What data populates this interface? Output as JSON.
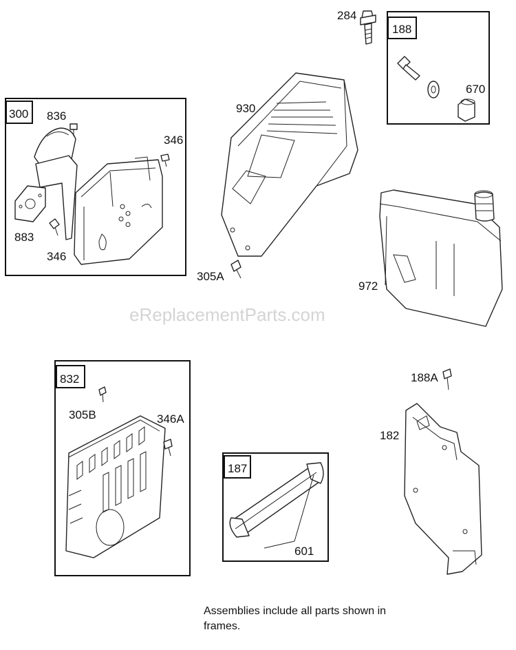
{
  "watermark": "eReplacementParts.com",
  "frames": [
    {
      "id": "300"
    },
    {
      "id": "188"
    },
    {
      "id": "832"
    },
    {
      "id": "187"
    }
  ],
  "parts": {
    "p284": "284",
    "p670": "670",
    "p930": "930",
    "p836": "836",
    "p346a": "346",
    "p883": "883",
    "p346b": "346",
    "p305A": "305A",
    "p972": "972",
    "p305B": "305B",
    "p346A": "346A",
    "p188A": "188A",
    "p182": "182",
    "p601": "601"
  },
  "note": "Assemblies include all parts shown in frames."
}
